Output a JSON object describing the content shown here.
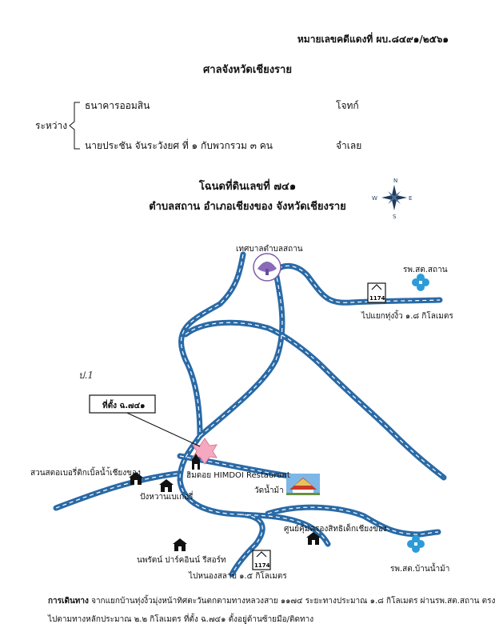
{
  "header": {
    "case_number": "หมายเลขคดีแดงที่ ผบ.๘๔๙๑/๒๕๖๑",
    "court": "ศาลจังหวัดเชียงราย"
  },
  "parties": {
    "between_label": "ระหว่าง",
    "plaintiff": "ธนาคารออมสิน",
    "plaintiff_role": "โจทก์",
    "defendant": "นายประชัน จันระวังยศ ที่ ๑ กับพวกรวม ๓ คน",
    "defendant_role": "จำเลย"
  },
  "title": {
    "line1": "โฉนดที่ดินเลขที่ ๗๔๑",
    "line2": "ตำบลสถาน อำเภอเชียงของ จังหวัดเชียงราย"
  },
  "compass": {
    "n": "N",
    "s": "S",
    "e": "E",
    "w": "W"
  },
  "map": {
    "handwritten_note": "ป.1",
    "location_box": "ที่ตั้ง ฉ.๗๔๑",
    "labels": {
      "municipality": "เทศบาลตำบลสถาน",
      "hospital_sathan": "รพ.สต.สถาน",
      "route_1174_top": "1174",
      "to_thung_ngio": "ไปแยกทุ่งงิ้ว ๑.๘ กิโลเมตร",
      "homestay": "สวนสตอเบอรี่ติกเบิ้ลน้ำ้เชียงของ",
      "bakery": "ปังหวานเบเกอรี่",
      "himdoi": "ฮิมดอย HIMDOI Restaurant",
      "temple": "วัดน้ำม้า",
      "child_center": "ศูนย์คุ้มครองสิทธิเด็กเชียงของ",
      "resort": "นพรัตน์ ปาร์คอินน์ รีสอร์ท",
      "route_1174_bottom": "1174",
      "to_nong_sarab": "ไปหนองสลาบ ๑.๕ กิโลเมตร",
      "hospital_ban_nam_ma": "รพ.สต.บ้านน้ำม้า"
    },
    "road_color": "#2a6aa6",
    "marker_color": "#f4a9c0",
    "hospital_color": "#2d9bd8"
  },
  "route": {
    "heading": "การเดินทาง",
    "line1": "จากแยกบ้านทุ่งงิ้วมุ่งหน้าทิศตะวันตกตามทางหลวงสาย ๑๑๗๔ ระยะทางประมาณ ๑.๘ กิโลเมตร ผ่านรพ.สต.สถาน ตรง",
    "line2": "ไปตามทางหลักประมาณ ๒.๒ กิโลเมตร ที่ตั้ง ฉ.๗๔๑ ตั้งอยู่ด้านซ้ายมือ/ติดทาง"
  }
}
